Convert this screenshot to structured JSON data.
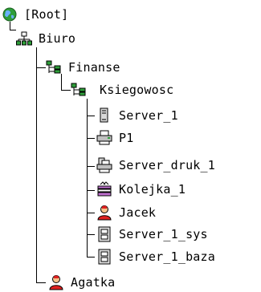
{
  "tree": {
    "root": {
      "label": "[Root]",
      "icon": "globe-icon"
    },
    "biuro": {
      "label": "Biuro",
      "icon": "network-icon"
    },
    "finanse": {
      "label": "Finanse",
      "icon": "org-unit-icon"
    },
    "ksiegowosc": {
      "label": "Ksiegowosc",
      "icon": "org-unit-icon"
    },
    "items": [
      {
        "label": "Server_1",
        "icon": "server-icon"
      },
      {
        "label": "P1",
        "icon": "printer-icon"
      },
      {
        "label": "Server_druk_1",
        "icon": "print-server-icon"
      },
      {
        "label": "Kolejka_1",
        "icon": "print-queue-icon"
      },
      {
        "label": "Jacek",
        "icon": "user-icon"
      },
      {
        "label": "Server_1_sys",
        "icon": "volume-icon"
      },
      {
        "label": "Server_1_baza",
        "icon": "volume-icon"
      }
    ],
    "agatka": {
      "label": "Agatka",
      "icon": "user-icon"
    }
  }
}
